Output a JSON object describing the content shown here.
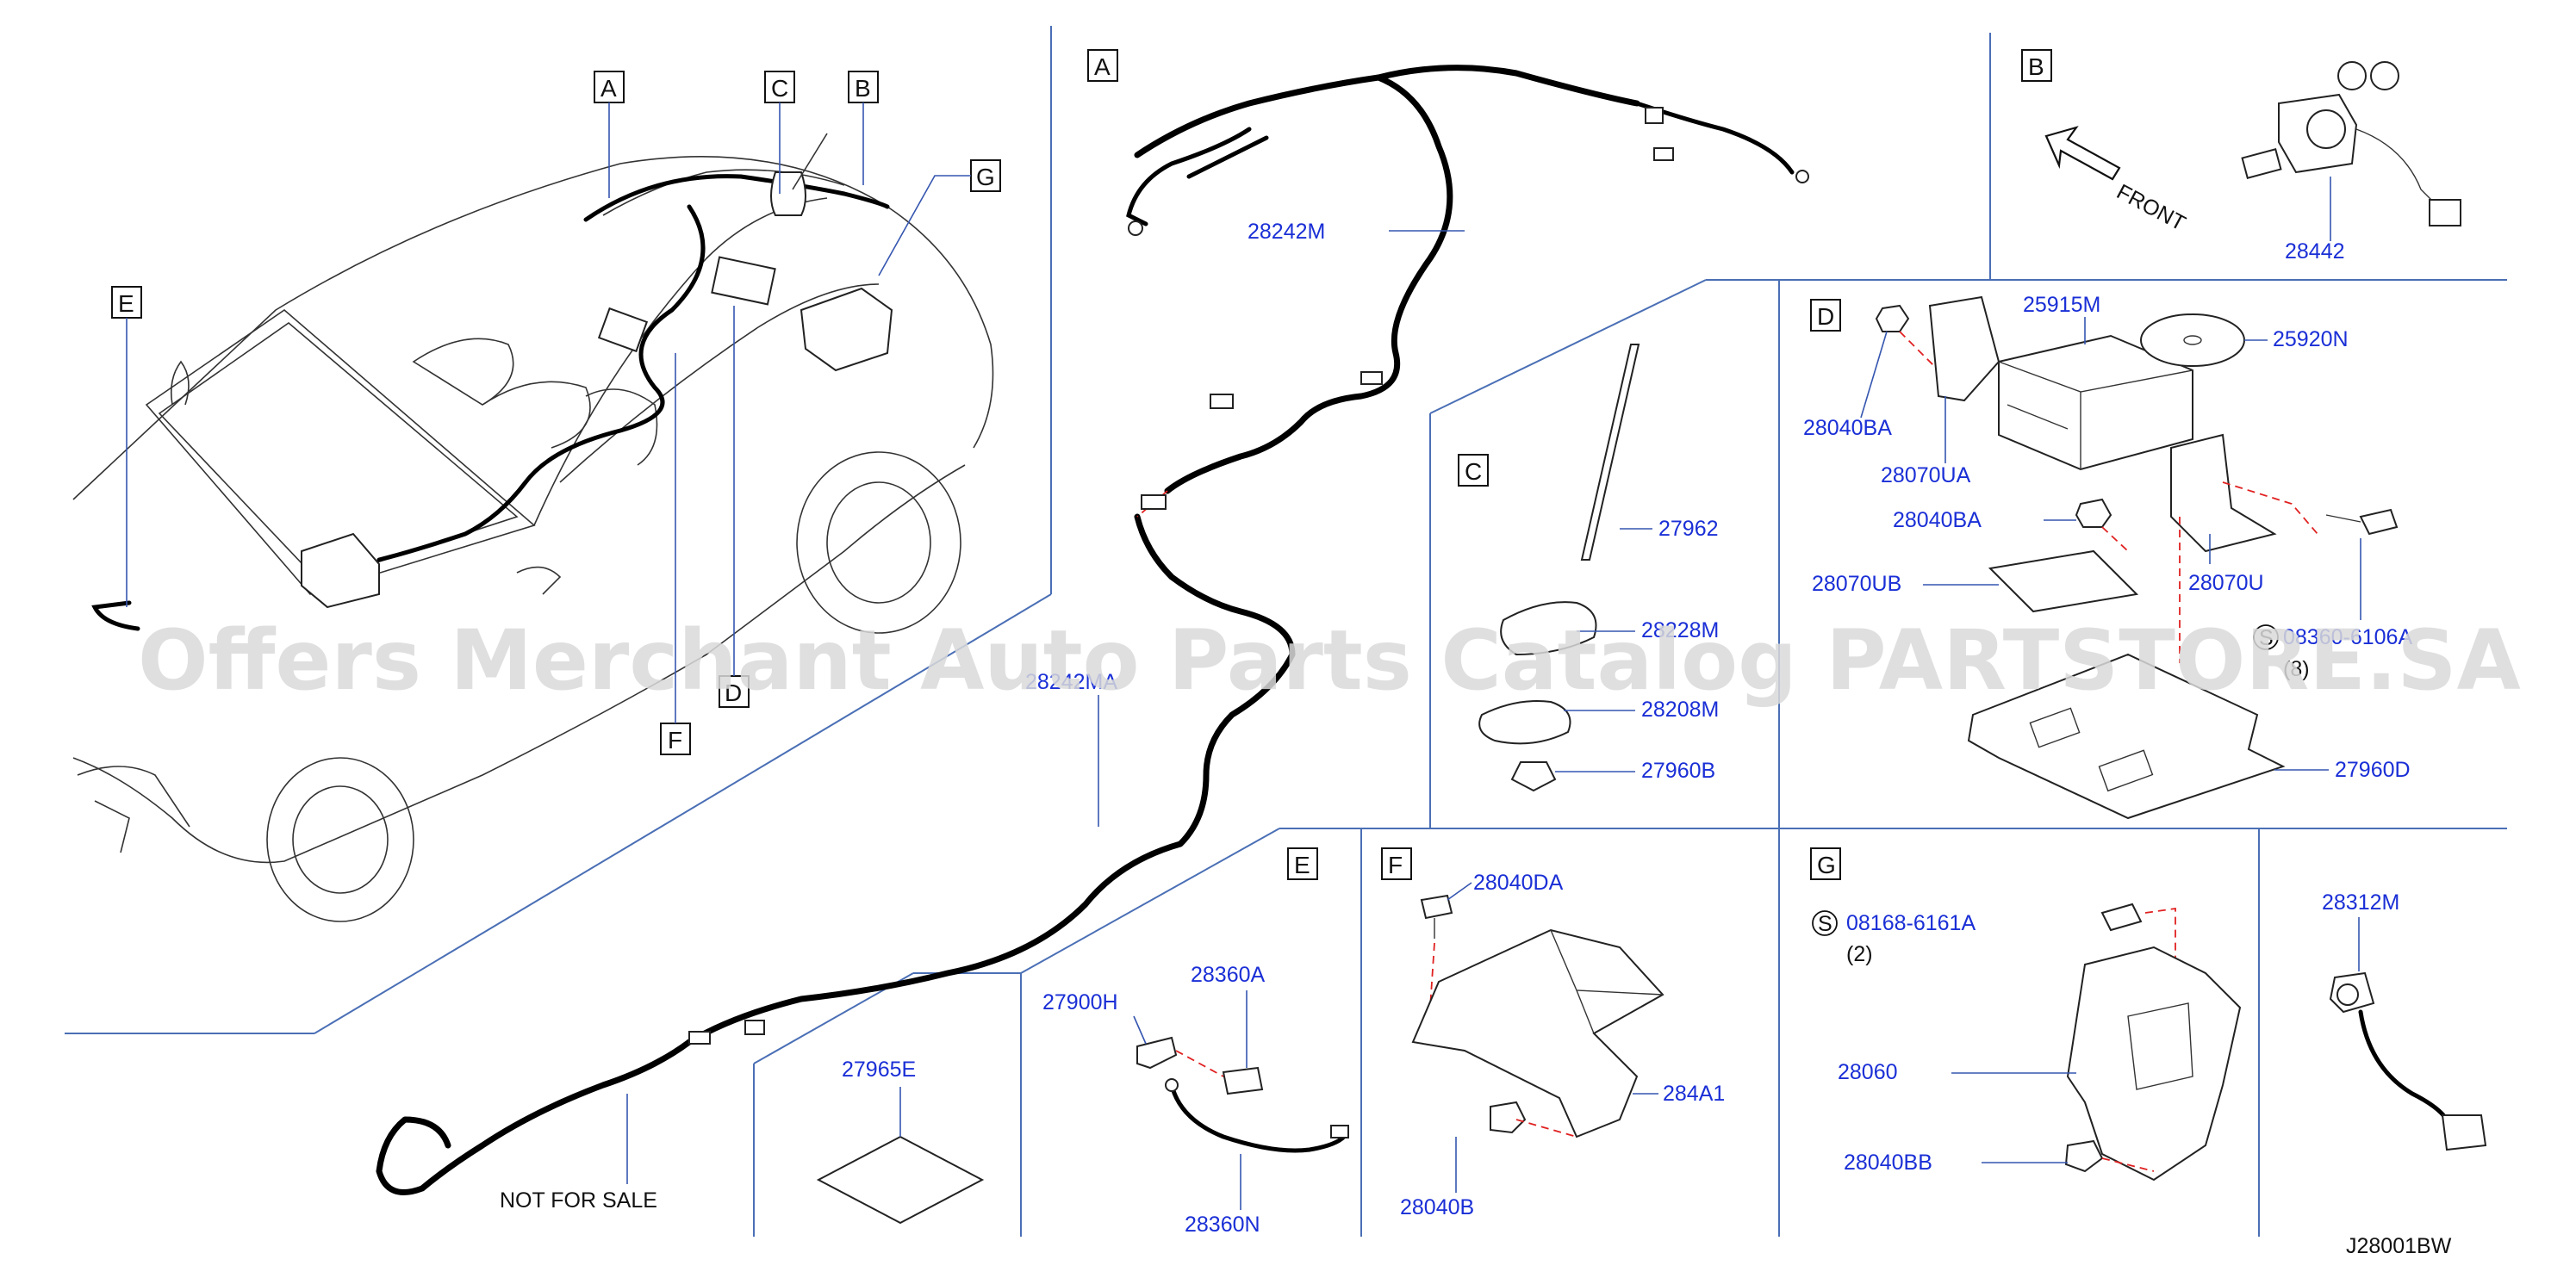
{
  "diagram_code": "J28001BW",
  "watermark": "Offers Merchant Auto Parts Catalog PARTSTORE.SA",
  "not_for_sale": "NOT   FOR   SALE",
  "front_label": "FRONT",
  "overview_callouts": [
    "A",
    "B",
    "C",
    "D",
    "E",
    "F",
    "G"
  ],
  "sections": {
    "A": {
      "label": "A",
      "parts": [
        "28242M",
        "28242MA"
      ]
    },
    "B": {
      "label": "B",
      "parts": [
        "28442"
      ]
    },
    "C": {
      "label": "C",
      "parts": [
        "27962",
        "28228M",
        "28208M",
        "27960B"
      ]
    },
    "D": {
      "label": "D",
      "parts": [
        "28040BA",
        "25915M",
        "25920N",
        "28070UA",
        "28040BA",
        "28070UB",
        "28070U",
        "08360-6106A",
        "27960D"
      ],
      "qty": "(8)",
      "s_mark": "S"
    },
    "E": {
      "label": "E",
      "parts": [
        "27965E",
        "27900H",
        "28360A",
        "28360N"
      ]
    },
    "F": {
      "label": "F",
      "parts": [
        "28040DA",
        "284A1",
        "28040B"
      ]
    },
    "G": {
      "label": "G",
      "parts": [
        "08168-6161A",
        "28060",
        "28040BB"
      ],
      "qty": "(2)",
      "s_mark": "S"
    },
    "H": {
      "label": "",
      "parts": [
        "28312M"
      ]
    }
  }
}
